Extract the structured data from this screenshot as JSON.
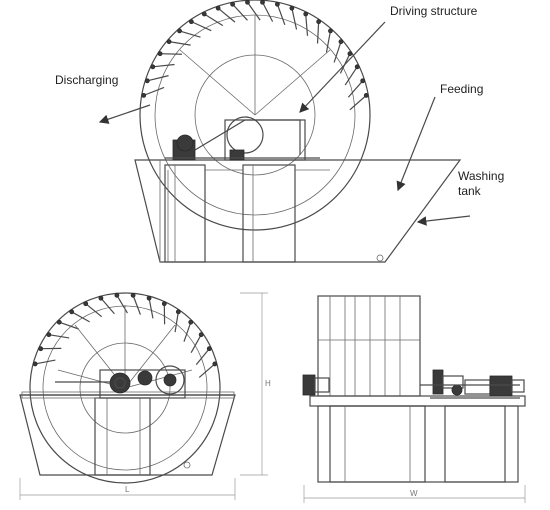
{
  "labels": {
    "driving_structure": "Driving structure",
    "discharging": "Discharging",
    "feeding": "Feeding",
    "washing_tank_line1": "Washing",
    "washing_tank_line2": "tank"
  },
  "dimensions": {
    "length": "L",
    "height": "H",
    "width": "W"
  }
}
